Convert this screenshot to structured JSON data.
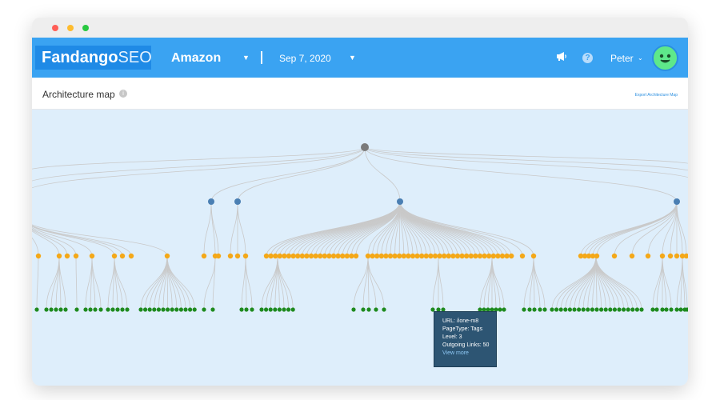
{
  "window": {
    "colors": {
      "close": "#ff5f57",
      "minimize": "#febc2e",
      "maximize": "#28c840"
    }
  },
  "header": {
    "logo_bold": "Fandango",
    "logo_light": "SEO",
    "project": "Amazon",
    "date": "Sep 7, 2020",
    "user": "Peter",
    "megaphone_icon": "megaphone-icon",
    "help_icon": "help-icon",
    "help_symbol": "?",
    "brand_color": "#3aa3f2"
  },
  "panel": {
    "title": "Architecture map",
    "info_symbol": "i",
    "export_label": "Export Architecture Map"
  },
  "map": {
    "colors": {
      "root": "#7a7a7a",
      "level1": "#4a7fb3",
      "level2": "#f4a818",
      "level3": "#1e8a1e",
      "edge": "#c9c9c9"
    }
  },
  "tooltip": {
    "url": "URL: /ione-m8",
    "page_type": "PageType: Tags",
    "level": "Level: 3",
    "outgoing": "Outgoing Links: 50",
    "view_more": "View more"
  }
}
